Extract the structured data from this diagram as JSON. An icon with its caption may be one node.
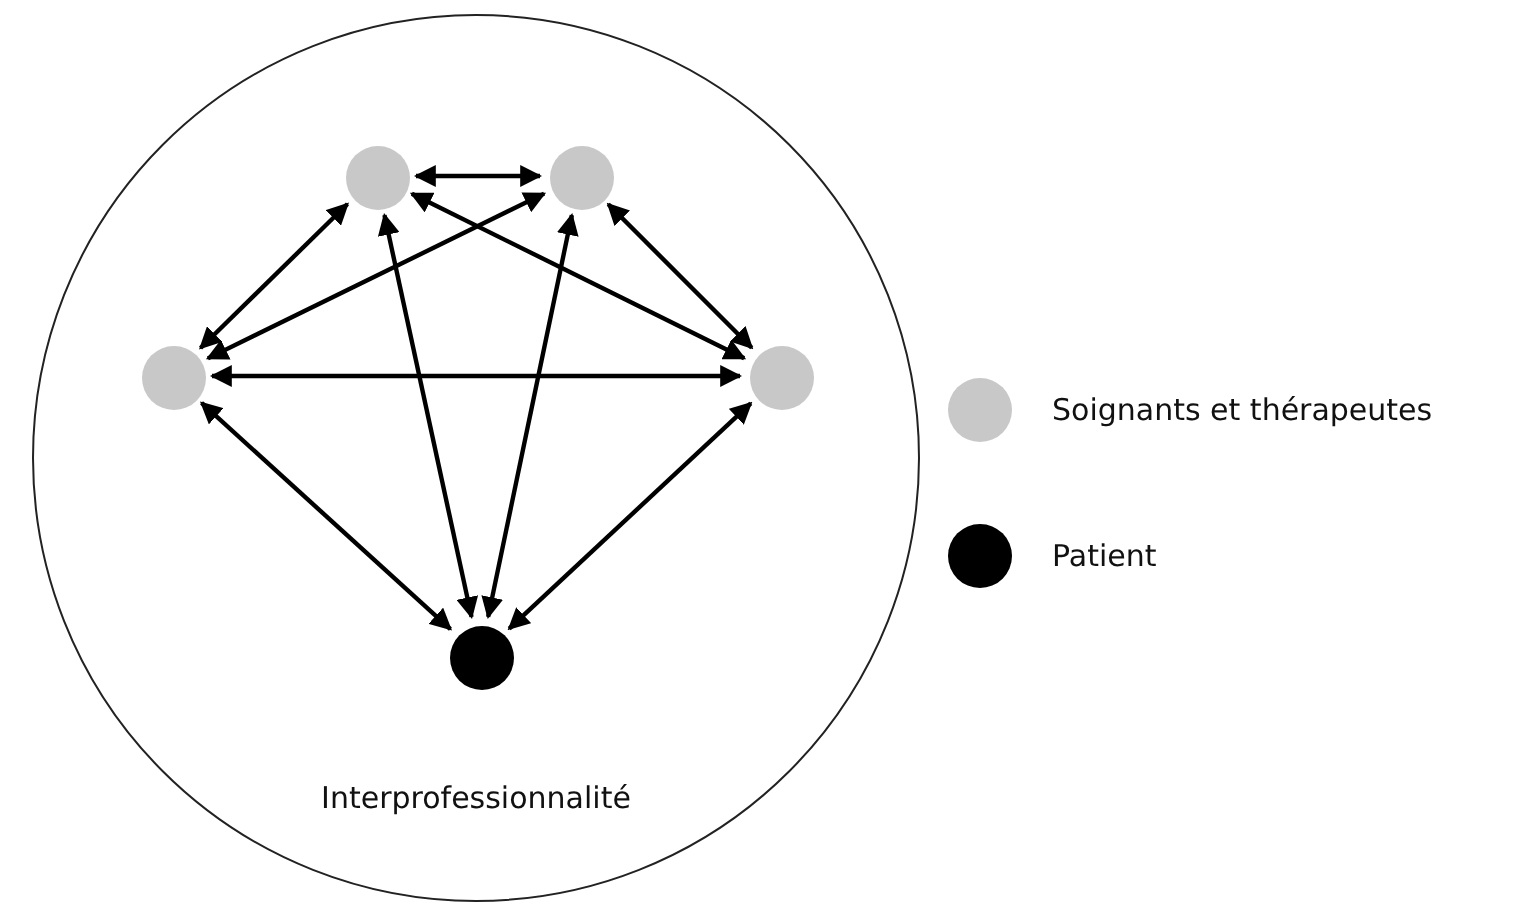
{
  "diagram": {
    "nodes": [
      {
        "text": [
          "Interprofessionnalité"
        ]
      },
      {
        "text": [],
        "shape": "circle",
        "in": 0
      },
      {
        "text": [],
        "shape": "circle",
        "in": 0
      },
      {
        "text": [],
        "shape": "circle",
        "in": 0
      },
      {
        "text": [],
        "shape": "circle",
        "in": 0
      },
      {
        "text": [],
        "shape": "circle",
        "in": 0
      }
    ],
    "edges": [
      {
        "from": 1,
        "to": 2,
        "arrow": "both"
      },
      {
        "from": 1,
        "to": 3,
        "arrow": "both"
      },
      {
        "from": 2,
        "to": 4,
        "arrow": "both"
      },
      {
        "from": 2,
        "to": 3,
        "arrow": "both"
      },
      {
        "from": 1,
        "to": 4,
        "arrow": "both"
      },
      {
        "from": 3,
        "to": 4,
        "arrow": "both"
      },
      {
        "from": 1,
        "to": 5,
        "arrow": "both"
      },
      {
        "from": 2,
        "to": 5,
        "arrow": "both"
      },
      {
        "from": 3,
        "to": 5,
        "arrow": "both"
      },
      {
        "from": 4,
        "to": 5,
        "arrow": "both"
      }
    ],
    "legend": [
      {
        "text": "Soignants et thérapeutes",
        "color": "#c8c8c8"
      },
      {
        "text": "Patient",
        "color": "#000000"
      }
    ]
  }
}
